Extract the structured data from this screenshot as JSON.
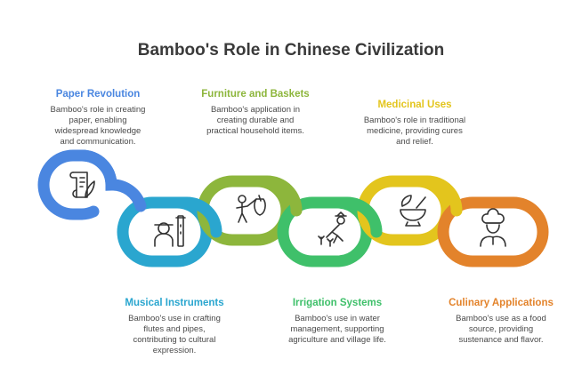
{
  "title": "Bamboo's Role in Chinese Civilization",
  "colors": {
    "blue": "#4a86e0",
    "cyan": "#2aa6cf",
    "olive": "#8db63c",
    "green": "#3fc06a",
    "yellow": "#e3c51d",
    "orange": "#e3832b",
    "icon": "#333333"
  },
  "items": [
    {
      "heading": "Paper Revolution",
      "description": "Bamboo's role in creating paper, enabling widespread knowledge and communication.",
      "color": "#4a86e0",
      "icon": "scroll-quill-icon"
    },
    {
      "heading": "Musical Instruments",
      "description": "Bamboo's use in crafting flutes and pipes, contributing to cultural expression.",
      "color": "#2aa6cf",
      "icon": "musician-flute-icon"
    },
    {
      "heading": "Furniture and Baskets",
      "description": "Bamboo's application in creating durable and practical household items.",
      "color": "#8db63c",
      "icon": "person-with-bag-icon"
    },
    {
      "heading": "Irrigation Systems",
      "description": "Bamboo's use in water management, supporting agriculture and village life.",
      "color": "#3fc06a",
      "icon": "farmer-watering-icon"
    },
    {
      "heading": "Medicinal Uses",
      "description": "Bamboo's role in traditional medicine, providing cures and relief.",
      "color": "#e3c51d",
      "icon": "mortar-pestle-icon"
    },
    {
      "heading": "Culinary Applications",
      "description": "Bamboo's use as a food source, providing sustenance and flavor.",
      "color": "#e3832b",
      "icon": "chef-icon"
    }
  ]
}
